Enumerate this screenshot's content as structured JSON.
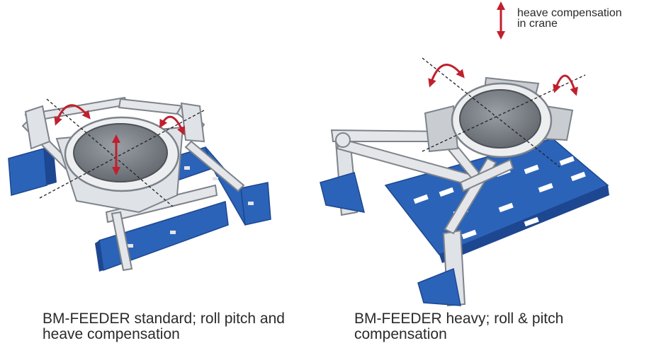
{
  "legend": {
    "line1": "heave compensation",
    "line2": "in crane",
    "arrow_color": "#c0202e"
  },
  "captions": {
    "standard": {
      "line1": "BM-FEEDER standard; roll pitch and",
      "line2": "heave compensation"
    },
    "heavy": {
      "line1": "BM-FEEDER heavy; roll & pitch",
      "line2": "compensation"
    }
  },
  "colors": {
    "frame_blue": "#2b63b8",
    "frame_blue_dark": "#1d4790",
    "metal_light": "#e4e6e9",
    "metal_mid": "#b9bec4",
    "metal_dark": "#7d838a",
    "lens": "#7b8087",
    "arrow_red": "#c0202e"
  }
}
